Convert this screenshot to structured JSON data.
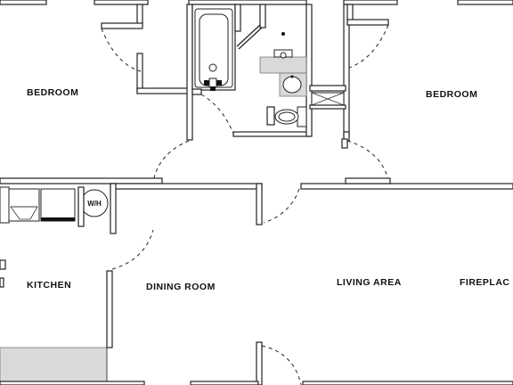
{
  "rooms": {
    "bedroom_left": "BEDROOM",
    "bedroom_right": "BEDROOM",
    "kitchen": "KITCHEN",
    "dining_room": "DINING ROOM",
    "living_area": "LIVING AREA",
    "fireplace": "FIREPLAC"
  },
  "fixtures": {
    "water_heater": "W/H"
  },
  "colors": {
    "wall_stroke": "#222222",
    "wall_fill": "#ffffff",
    "accent_gray": "#d9d9d9"
  }
}
